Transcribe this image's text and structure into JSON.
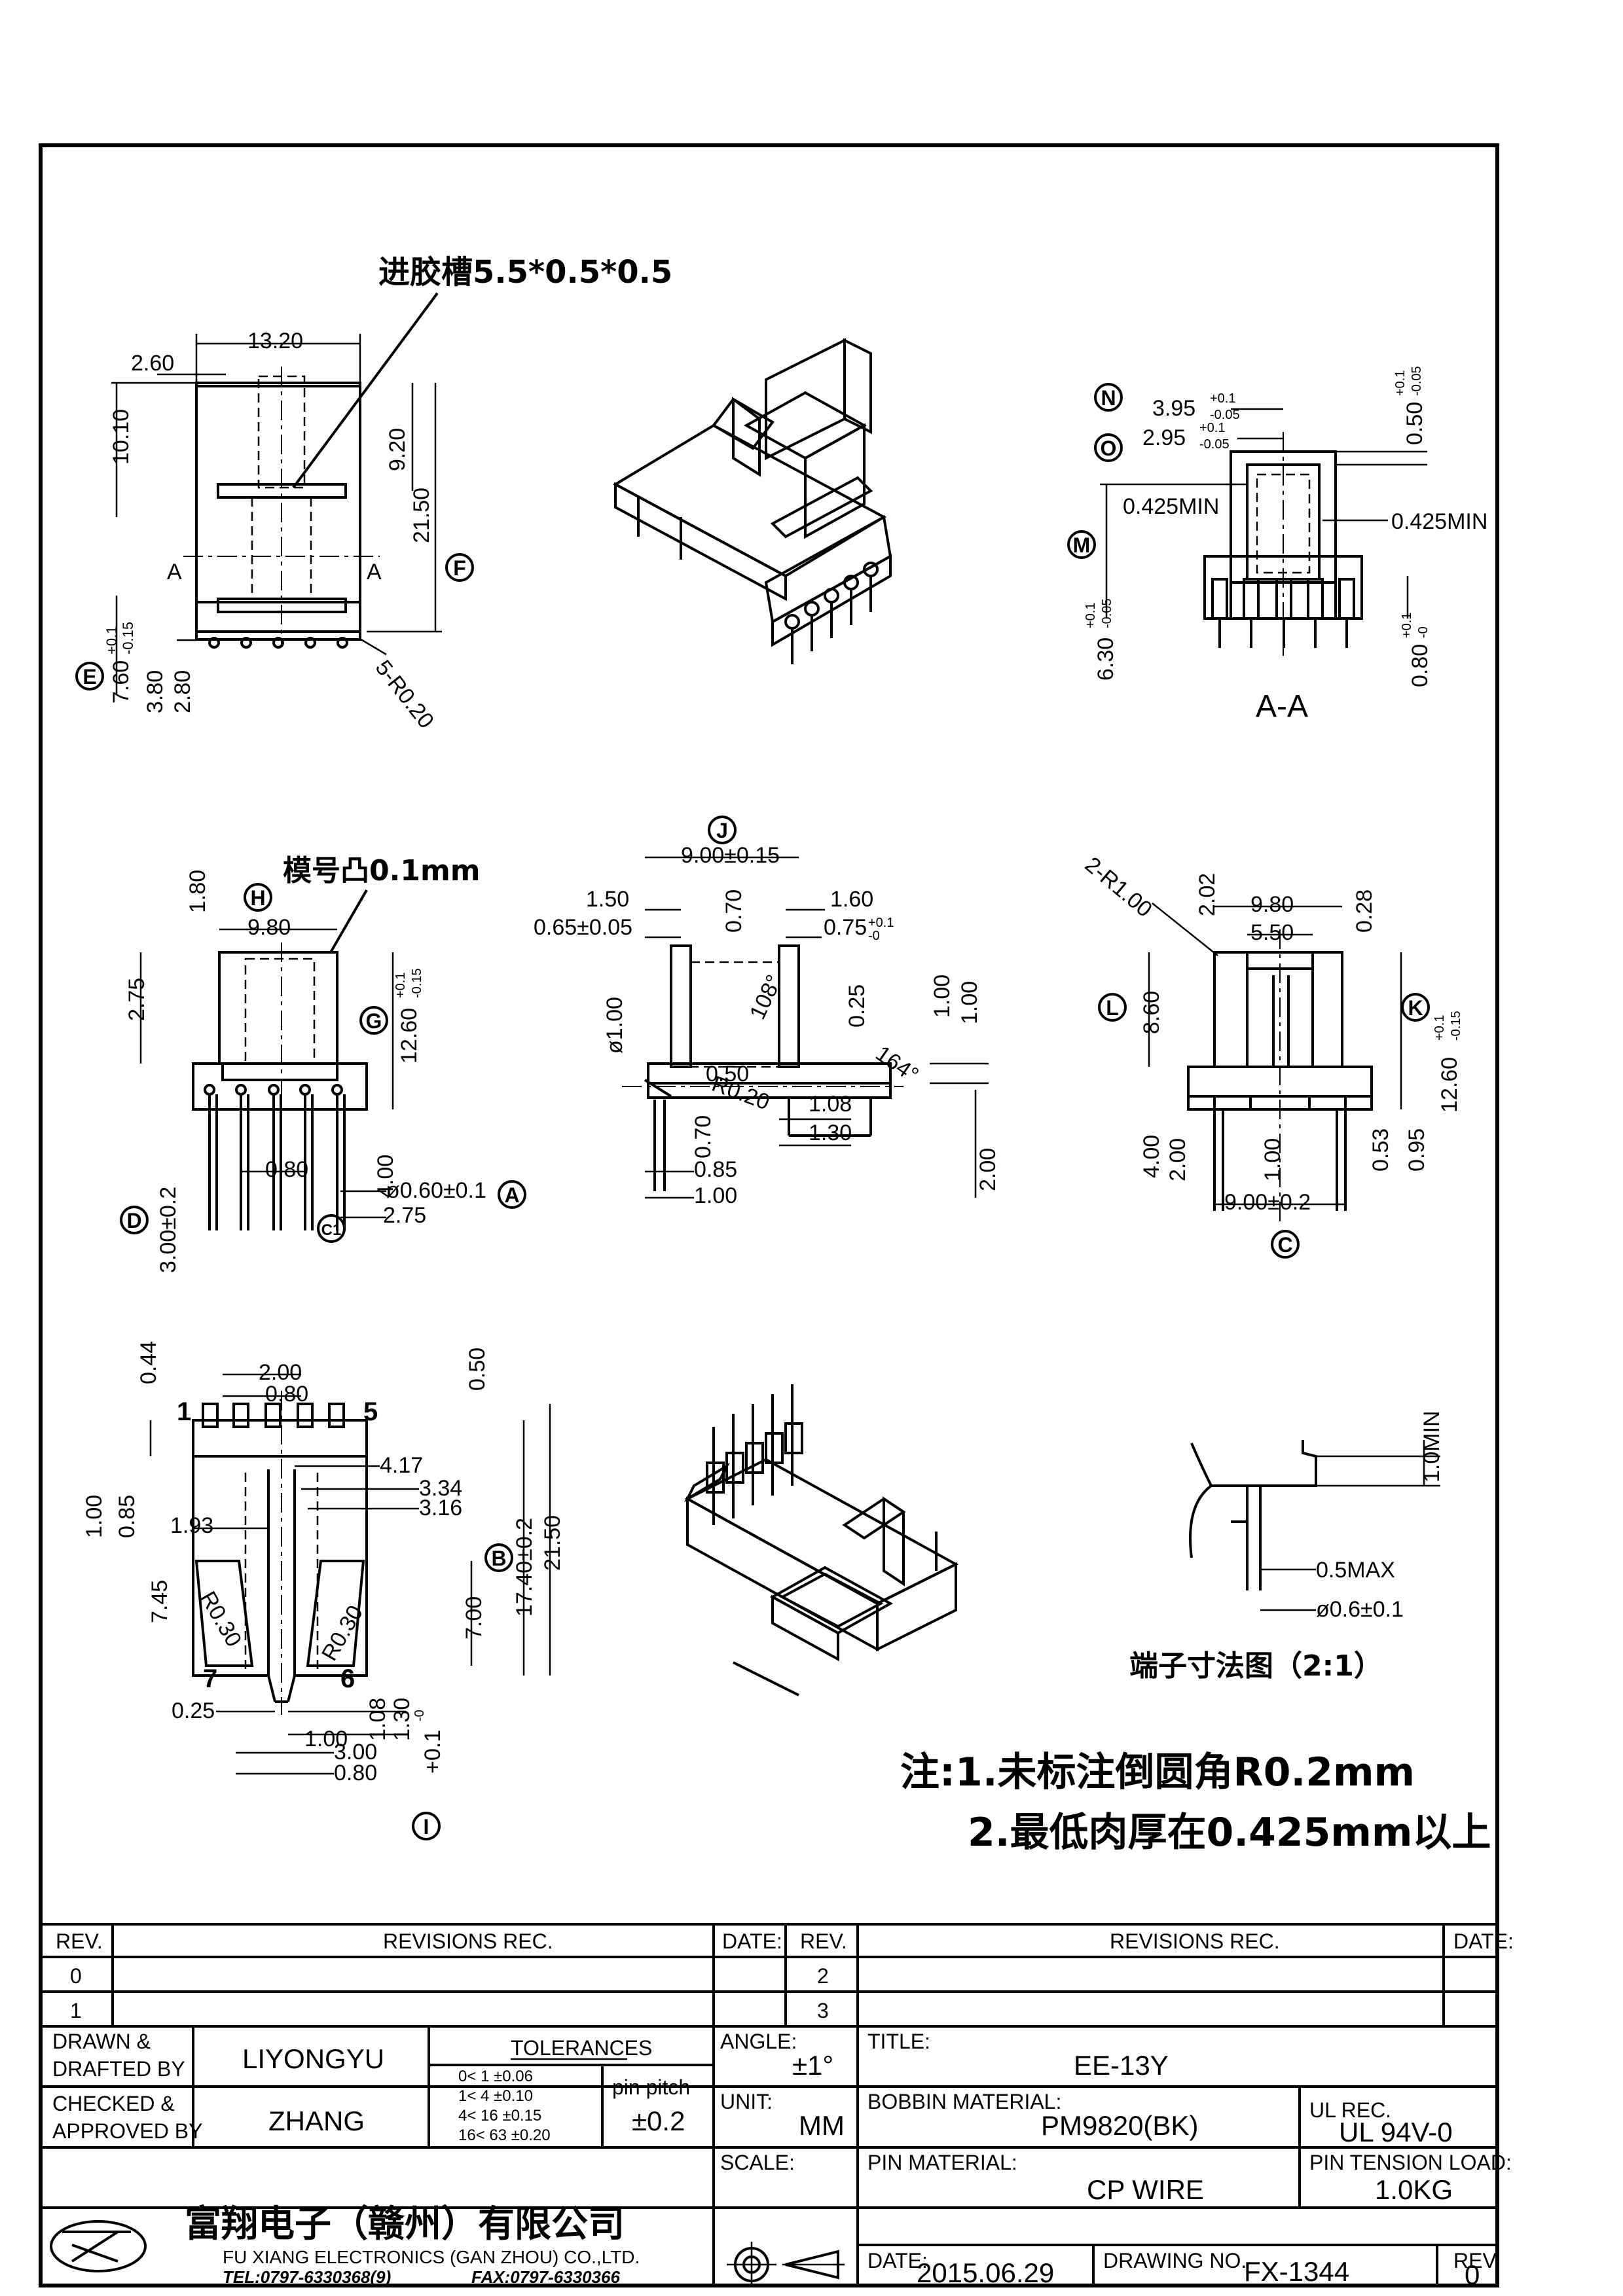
{
  "notes": {
    "gate": "进胶槽5.5*0.5*0.5",
    "mold_no": "模号凸0.1mm",
    "pin_detail_title": "端子寸法图（2:1）",
    "note1": "注:1.未标注倒圆角R0.2mm",
    "note2": "2.最低肉厚在0.425mm以上",
    "section": "A-A"
  },
  "dimensions": {
    "top": [
      "13.20",
      "2.60",
      "10.10",
      "9.20",
      "21.50",
      "7.60",
      "+0.1",
      "-0.15",
      "3.80",
      "2.80",
      "5-R0.20",
      "A",
      "A"
    ],
    "section": [
      "3.95",
      "+0.1",
      "-0.05",
      "2.95",
      "+0.1",
      "-0.05",
      "0.50",
      "+0.1",
      "-0.05",
      "0.425MIN",
      "0.425MIN",
      "6.30",
      "+0.1",
      "-0.05",
      "0.80",
      "+0.1",
      "-0"
    ],
    "front": [
      "9.80",
      "1.80",
      "2.75",
      "12.60",
      "+0.1",
      "-0.15",
      "4.00",
      "0.80",
      "ø0.60±0.1",
      "2.75",
      "3.00±0.2"
    ],
    "side": [
      "9.00±0.15",
      "1.50",
      "0.65±0.05",
      "0.70",
      "1.60",
      "0.75",
      "+0.1",
      "-0",
      "ø1.00",
      "108°",
      "0.25",
      "164°",
      "1.00",
      "1.00",
      "0.50",
      "R0.20",
      "0.70",
      "1.08",
      "1.30",
      "0.85",
      "1.00",
      "2.00"
    ],
    "right": [
      "2-R1.00",
      "2.02",
      "9.80",
      "5.50",
      "0.28",
      "8.60",
      "12.60",
      "+0.1",
      "-0.15",
      "4.00",
      "2.00",
      "1.00",
      "9.00±0.2",
      "0.53",
      "0.95"
    ],
    "bottom": [
      "0.44",
      "2.00",
      "0.80",
      "0.50",
      "1",
      "5",
      "1.00",
      "0.85",
      "1.93",
      "4.17",
      "3.34",
      "3.16",
      "17.40±0.2",
      "21.50",
      "7.45",
      "R0.30",
      "R0.30",
      "7.00",
      "7",
      "6",
      "0.25",
      "1.08",
      "1.30",
      "1.00",
      "3.00",
      "0.80",
      "+0.1",
      "-0"
    ],
    "pin_detail": [
      "1.0MIN",
      "0.5MAX",
      "ø0.6±0.1"
    ]
  },
  "balloons": [
    "N",
    "O",
    "M",
    "E",
    "F",
    "H",
    "G",
    "D",
    "A",
    "C1",
    "J",
    "L",
    "K",
    "C",
    "B",
    "I"
  ],
  "title_block": {
    "rev_hdr": "REV.",
    "revisions_hdr": "REVISIONS   REC.",
    "date_hdr": "DATE:",
    "rev_rows_left": [
      "0",
      "1"
    ],
    "rev_rows_right": [
      "2",
      "3"
    ],
    "drawn_label": "DRAWN &",
    "drafted_label": "DRAFTED BY",
    "drawn_name": "LIYONGYU",
    "checked_label": "CHECKED &",
    "approved_label": "APPROVED BY",
    "checked_name": "ZHANG",
    "tolerances_title": "TOLERANCES",
    "tolerance_rows": [
      "0<   1   ±0.06",
      "1<   4   ±0.10",
      "4<   16  ±0.15",
      "16<   63  ±0.20"
    ],
    "pin_pitch_label": "pin pitch",
    "pin_pitch_value": "±0.2",
    "angle_label": "ANGLE:",
    "angle_value": "±1°",
    "unit_label": "UNIT:",
    "unit_value": "MM",
    "scale_label": "SCALE:",
    "title_label": "TITLE:",
    "title_value": "EE-13Y",
    "bobbin_label": "BOBBIN MATERIAL:",
    "bobbin_value": "PM9820(BK)",
    "ul_label": "UL REC.",
    "ul_value": "UL 94V-0",
    "pin_mat_label": "PIN MATERIAL:",
    "pin_mat_value": "CP WIRE",
    "tension_label": "PIN TENSION LOAD:",
    "tension_value": "1.0KG",
    "date_label": "DATE:",
    "date_value": "2015.06.29",
    "drawing_no_label": "DRAWING NO.",
    "drawing_no_value": "FX-1344",
    "rev_label": "REV.",
    "rev_value": "0",
    "company_cn": "富翔电子（赣州）有限公司",
    "company_en": "FU XIANG ELECTRONICS (GAN ZHOU) CO.,LTD.",
    "tel": "TEL:0797-6330368(9)",
    "fax": "FAX:0797-6330366"
  }
}
